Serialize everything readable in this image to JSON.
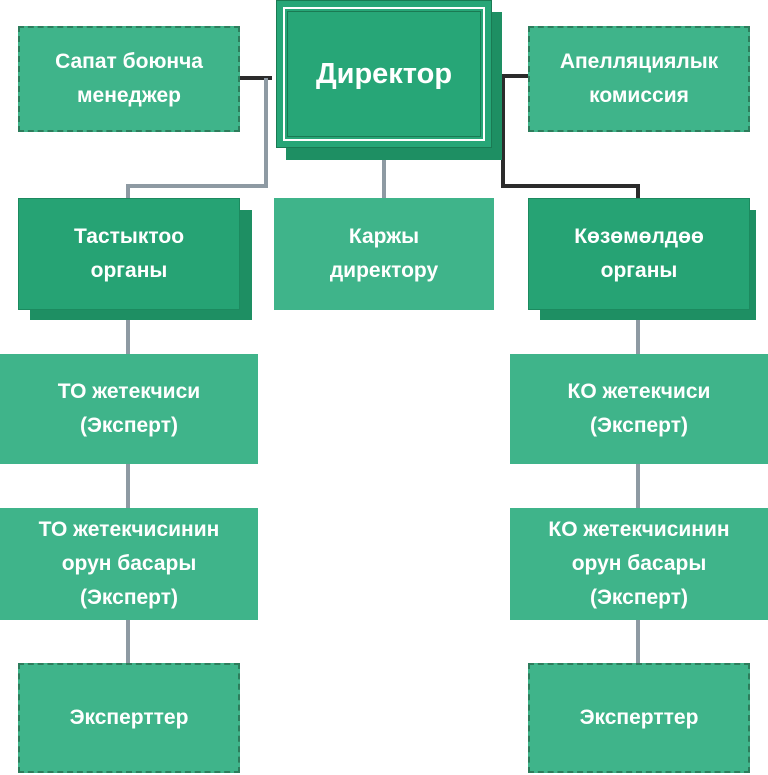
{
  "org_chart": {
    "director": "Директор",
    "quality_manager": "Сапат боюнча\nменеджер",
    "appeals_commission": "Апелляциялык\nкомиссия",
    "approval_body": "Тастыктоо\nорганы",
    "finance_director": "Каржы\nдиректору",
    "supervision_body": "Көзөмөлдөө\nорганы",
    "to_head": "ТО жетекчиси\n(Эксперт)",
    "ko_head": "КО жетекчиси\n(Эксперт)",
    "to_deputy": "ТО жетекчисинин\nорун басары\n(Эксперт)",
    "ko_deputy": "КО жетекчисинин\nорун басары\n(Эксперт)",
    "to_experts": "Эксперттер",
    "ko_experts": "Эксперттер"
  },
  "colors": {
    "light_box": "#3fb48a",
    "dark_box": "#26a374",
    "shadow": "#1e8f63",
    "gray_connector": "#8e9aa3",
    "dark_connector": "#2b2b2b"
  }
}
